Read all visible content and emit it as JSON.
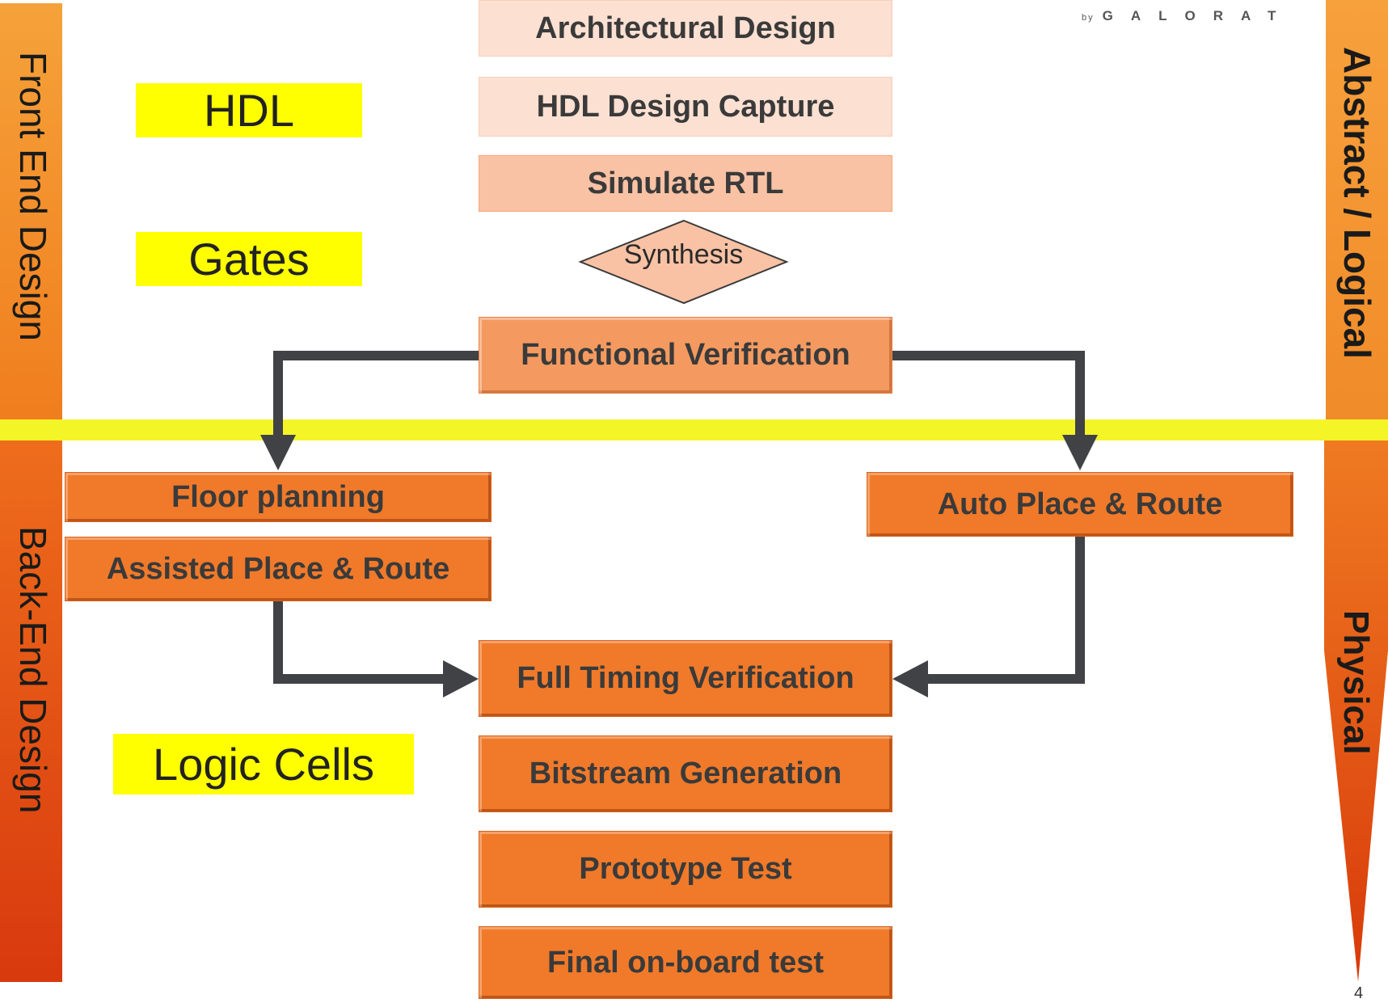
{
  "sides": {
    "front_end": "Front End Design",
    "back_end": "Back-End Design",
    "abstract": "Abstract / Logical",
    "physical": "Physical"
  },
  "levels": {
    "hdl": "HDL",
    "gates": "Gates",
    "logic_cells": "Logic Cells"
  },
  "steps": {
    "architectural_design": "Architectural Design",
    "hdl_design_capture": "HDL Design Capture",
    "simulate_rtl": "Simulate RTL",
    "synthesis": "Synthesis",
    "functional_verification": "Functional Verification",
    "floor_planning": "Floor planning",
    "assisted_place_route": "Assisted Place & Route",
    "auto_place_route": "Auto Place & Route",
    "full_timing_verification": "Full Timing Verification",
    "bitstream_generation": "Bitstream Generation",
    "prototype_test": "Prototype Test",
    "final_onboard_test": "Final on-board test"
  },
  "logo": {
    "by": "by",
    "name": "GALORAT"
  },
  "page_number": "4",
  "colors": {
    "highlight_yellow": "#ffff00",
    "orange_light": "#f9c2a4",
    "orange_dark": "#f07a2a",
    "arrow": "#404246"
  }
}
